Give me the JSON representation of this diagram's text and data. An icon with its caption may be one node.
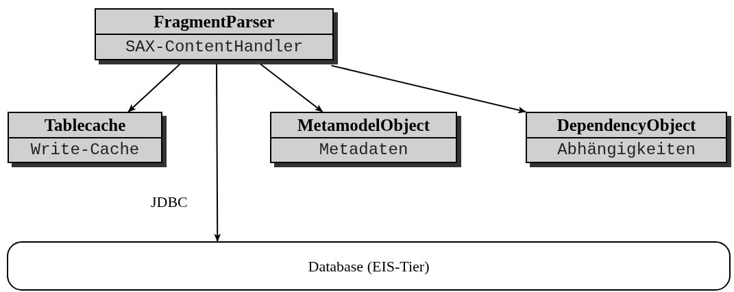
{
  "diagram": {
    "nodes": [
      {
        "text": [
          "FragmentParser",
          "SAX-ContentHandler"
        ]
      },
      {
        "text": [
          "Tablecache",
          "Write-Cache"
        ]
      },
      {
        "text": [
          "MetamodelObject",
          "Metadaten"
        ]
      },
      {
        "text": [
          "DependencyObject",
          "Abhängigkeiten"
        ]
      },
      {
        "text": [
          "Database (EIS-Tier)"
        ]
      }
    ],
    "edges": [
      {
        "from": 0,
        "to": 1,
        "arrow": "to"
      },
      {
        "from": 0,
        "to": 4,
        "arrow": "to",
        "label": "JDBC"
      },
      {
        "from": 0,
        "to": 2,
        "arrow": "to"
      },
      {
        "from": 0,
        "to": 3,
        "arrow": "to"
      }
    ]
  }
}
